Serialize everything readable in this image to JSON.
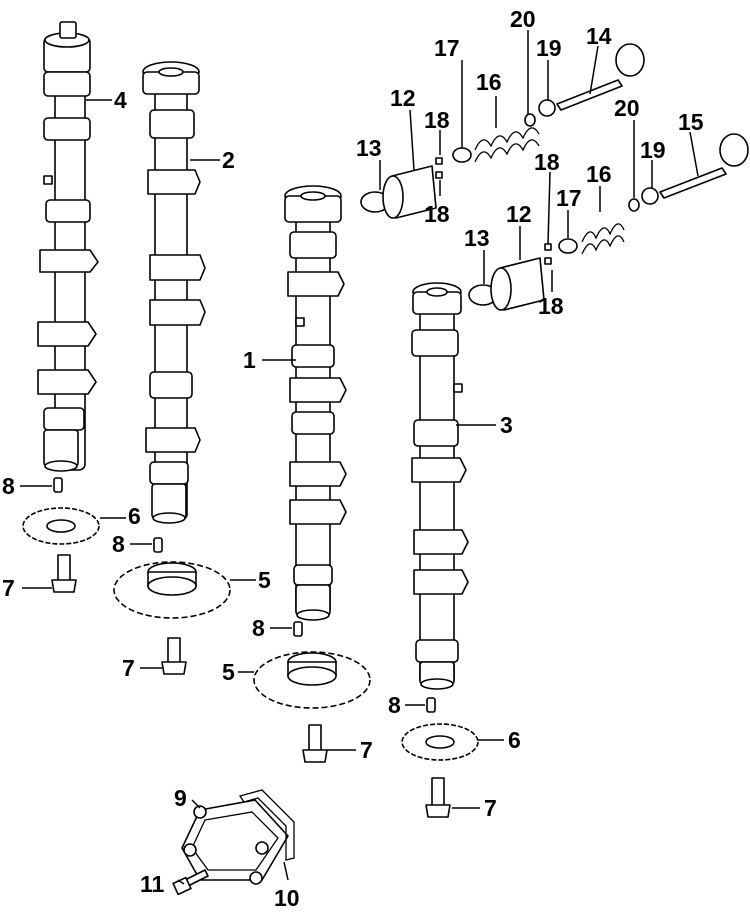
{
  "callouts": [
    {
      "id": "c4",
      "text": "4"
    },
    {
      "id": "c2",
      "text": "2"
    },
    {
      "id": "c1",
      "text": "1"
    },
    {
      "id": "c3",
      "text": "3"
    },
    {
      "id": "c13a",
      "text": "13"
    },
    {
      "id": "c12a",
      "text": "12"
    },
    {
      "id": "c18a",
      "text": "18"
    },
    {
      "id": "c17a",
      "text": "17"
    },
    {
      "id": "c16a",
      "text": "16"
    },
    {
      "id": "c20a",
      "text": "20"
    },
    {
      "id": "c19a",
      "text": "19"
    },
    {
      "id": "c14",
      "text": "14"
    },
    {
      "id": "c18b",
      "text": "18"
    },
    {
      "id": "c20b",
      "text": "20"
    },
    {
      "id": "c15",
      "text": "15"
    },
    {
      "id": "c18c",
      "text": "18"
    },
    {
      "id": "c19b",
      "text": "19"
    },
    {
      "id": "c16b",
      "text": "16"
    },
    {
      "id": "c17b",
      "text": "17"
    },
    {
      "id": "c12b",
      "text": "12"
    },
    {
      "id": "c13b",
      "text": "13"
    },
    {
      "id": "c18d",
      "text": "18"
    },
    {
      "id": "c8a",
      "text": "8"
    },
    {
      "id": "c6a",
      "text": "6"
    },
    {
      "id": "c8b",
      "text": "8"
    },
    {
      "id": "c7a",
      "text": "7"
    },
    {
      "id": "c5a",
      "text": "5"
    },
    {
      "id": "c7b",
      "text": "7"
    },
    {
      "id": "c8c",
      "text": "8"
    },
    {
      "id": "c5b",
      "text": "5"
    },
    {
      "id": "c8d",
      "text": "8"
    },
    {
      "id": "c6b",
      "text": "6"
    },
    {
      "id": "c7c",
      "text": "7"
    },
    {
      "id": "c7d",
      "text": "7"
    },
    {
      "id": "c9",
      "text": "9"
    },
    {
      "id": "c11",
      "text": "11"
    },
    {
      "id": "c10",
      "text": "10"
    }
  ]
}
